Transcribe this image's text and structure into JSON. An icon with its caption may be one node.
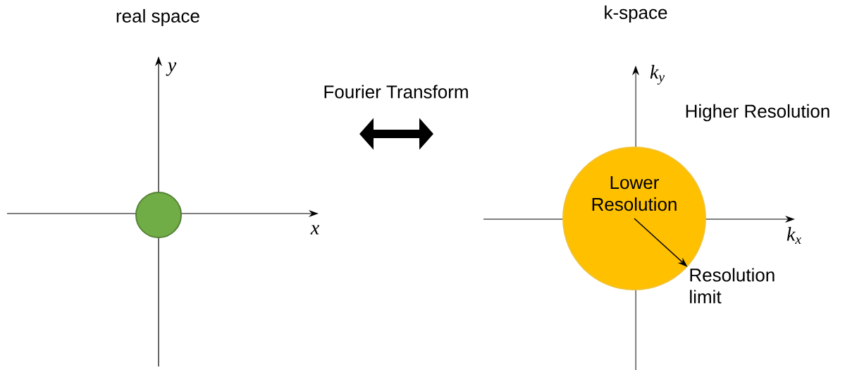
{
  "diagram": {
    "nodes": [
      {
        "text": [],
        "shape": "circle"
      },
      {
        "text": [
          "Lower Resolution"
        ]
      },
      {
        "text": [
          "Resolution limit"
        ]
      }
    ],
    "edges": [
      {
        "from": 1,
        "to": 2,
        "arrow": "to"
      }
    ],
    "labels": [
      "real space",
      "k-space",
      "Fourier Transform",
      "y",
      "x",
      "k$_{y}$",
      "Higher Resolution",
      "k$_{x}$"
    ]
  }
}
